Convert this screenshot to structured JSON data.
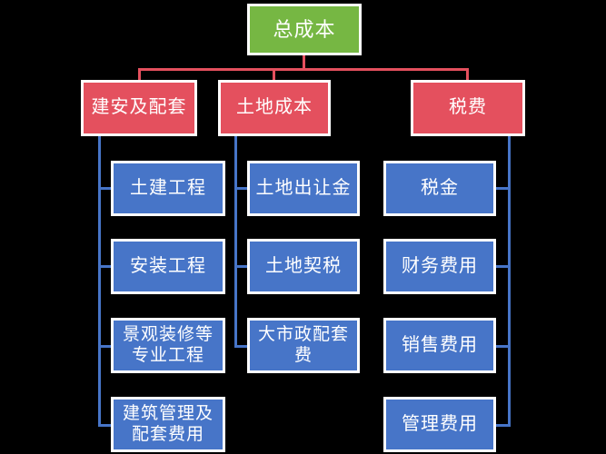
{
  "diagram": {
    "title_text": "总成本",
    "background_color": "#000000",
    "colors": {
      "root": "#76b743",
      "level1": "#e4505e",
      "level2": "#4775c8",
      "border": "#ffffff",
      "text": "#ffffff"
    },
    "root": {
      "label": "总成本",
      "name": "total-cost"
    },
    "branches": [
      {
        "name": "construction-and-supporting",
        "label": "建安及配套",
        "trunk_side": "left",
        "children": [
          {
            "name": "civil-engineering",
            "label": "土建工程",
            "lines": 1
          },
          {
            "name": "installation-engineering",
            "label": "安装工程",
            "lines": 1
          },
          {
            "name": "landscape-decoration-specialty",
            "label": "景观装修等\n专业工程",
            "lines": 2
          },
          {
            "name": "construction-management-supporting-fee",
            "label": "建筑管理及\n配套费用",
            "lines": 2
          }
        ]
      },
      {
        "name": "land-cost",
        "label": "土地成本",
        "trunk_side": "left",
        "children": [
          {
            "name": "land-transfer-fee",
            "label": "土地出让金",
            "lines": 1
          },
          {
            "name": "land-deed-tax",
            "label": "土地契税",
            "lines": 1
          },
          {
            "name": "municipal-supporting-fee",
            "label": "大市政配套\n费",
            "lines": 2
          }
        ]
      },
      {
        "name": "taxes-and-fees",
        "label": "税费",
        "trunk_side": "right",
        "children": [
          {
            "name": "tax",
            "label": "税金",
            "lines": 1
          },
          {
            "name": "finance-expense",
            "label": "财务费用",
            "lines": 1
          },
          {
            "name": "sales-expense",
            "label": "销售费用",
            "lines": 1
          },
          {
            "name": "admin-expense",
            "label": "管理费用",
            "lines": 1
          }
        ]
      }
    ]
  }
}
